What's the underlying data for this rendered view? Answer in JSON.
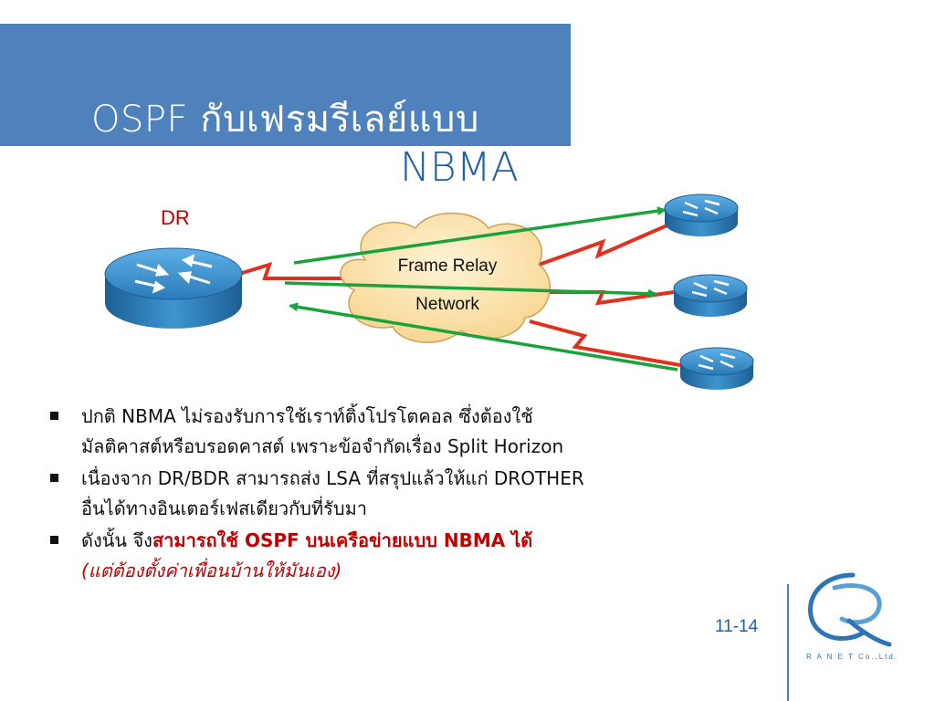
{
  "slide": {
    "title_line1": "OSPF กับเฟรมรีเลย์แบบ",
    "title_line2": "NBMA",
    "page_number": "11-14"
  },
  "diagram": {
    "dr_label": "DR",
    "cloud_line1": "Frame Relay",
    "cloud_line2": "Network",
    "colors": {
      "link": "#e0301e",
      "arrow": "#1aa33a",
      "router": "#2f86c3",
      "cloud": "#fbe0a6"
    }
  },
  "bullets": {
    "b1_line1": "ปกติ NBMA ไม่รองรับการใช้เราท์ติ้งโปรโตคอล ซึ่งต้องใช้",
    "b1_line2": "มัลติคาสต์หรือบรอดคาสต์ เพราะข้อจำกัดเรื่อง Split Horizon",
    "b2_line1": "เนื่องจาก DR/BDR สามารถส่ง LSA ที่สรุปแล้วให้แก่ DROTHER",
    "b2_line2": "อื่นได้ทางอินเตอร์เฟสเดียวกับที่รับมา",
    "b3_prefix": "ดังนั้น จึง",
    "b3_emphasis": "สามารถใช้ OSPF บนเครือข่ายแบบ NBMA ได้",
    "b3_note": "(แต่ต้องตั้งค่าเพื่อนบ้านให้มันเอง)"
  },
  "logo": {
    "text": "R A N E T Co.,Ltd."
  }
}
